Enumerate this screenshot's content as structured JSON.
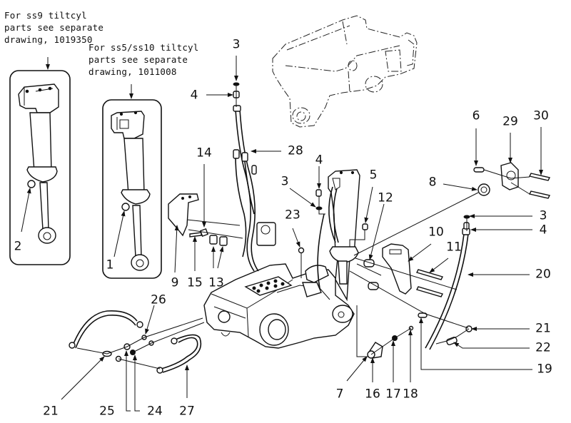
{
  "notes": {
    "ss9": "For ss9 tiltcyl\nparts see separate\ndrawing, 1019350",
    "ss5_ss10": "For ss5/ss10 tiltcyl\nparts see separate\ndrawing, 1011008"
  },
  "callouts": [
    {
      "id": "c1",
      "label": "1"
    },
    {
      "id": "c2",
      "label": "2"
    },
    {
      "id": "c3a",
      "label": "3"
    },
    {
      "id": "c4a",
      "label": "4"
    },
    {
      "id": "c28",
      "label": "28"
    },
    {
      "id": "c14",
      "label": "14"
    },
    {
      "id": "c4b",
      "label": "4"
    },
    {
      "id": "c3b",
      "label": "3"
    },
    {
      "id": "c5",
      "label": "5"
    },
    {
      "id": "c23",
      "label": "23"
    },
    {
      "id": "c12",
      "label": "12"
    },
    {
      "id": "c8",
      "label": "8"
    },
    {
      "id": "c6",
      "label": "6"
    },
    {
      "id": "c29",
      "label": "29"
    },
    {
      "id": "c30",
      "label": "30"
    },
    {
      "id": "c3c",
      "label": "3"
    },
    {
      "id": "c4c",
      "label": "4"
    },
    {
      "id": "c10",
      "label": "10"
    },
    {
      "id": "c11",
      "label": "11"
    },
    {
      "id": "c20",
      "label": "20"
    },
    {
      "id": "c9",
      "label": "9"
    },
    {
      "id": "c15",
      "label": "15"
    },
    {
      "id": "c13",
      "label": "13"
    },
    {
      "id": "c26",
      "label": "26"
    },
    {
      "id": "c21a",
      "label": "21"
    },
    {
      "id": "c25",
      "label": "25"
    },
    {
      "id": "c24",
      "label": "24"
    },
    {
      "id": "c27",
      "label": "27"
    },
    {
      "id": "c7",
      "label": "7"
    },
    {
      "id": "c16",
      "label": "16"
    },
    {
      "id": "c17",
      "label": "17"
    },
    {
      "id": "c18",
      "label": "18"
    },
    {
      "id": "c21b",
      "label": "21"
    },
    {
      "id": "c22",
      "label": "22"
    },
    {
      "id": "c19",
      "label": "19"
    }
  ],
  "parts": {
    "ss9_tiltcyl": "ss9 tilt cylinder",
    "ss5_ss10_tiltcyl": "ss5/ss10 tilt cylinder",
    "quick_coupler_outline": "quick coupler (reference, dashed)",
    "rotator_body": "rotator / tilt housing"
  }
}
